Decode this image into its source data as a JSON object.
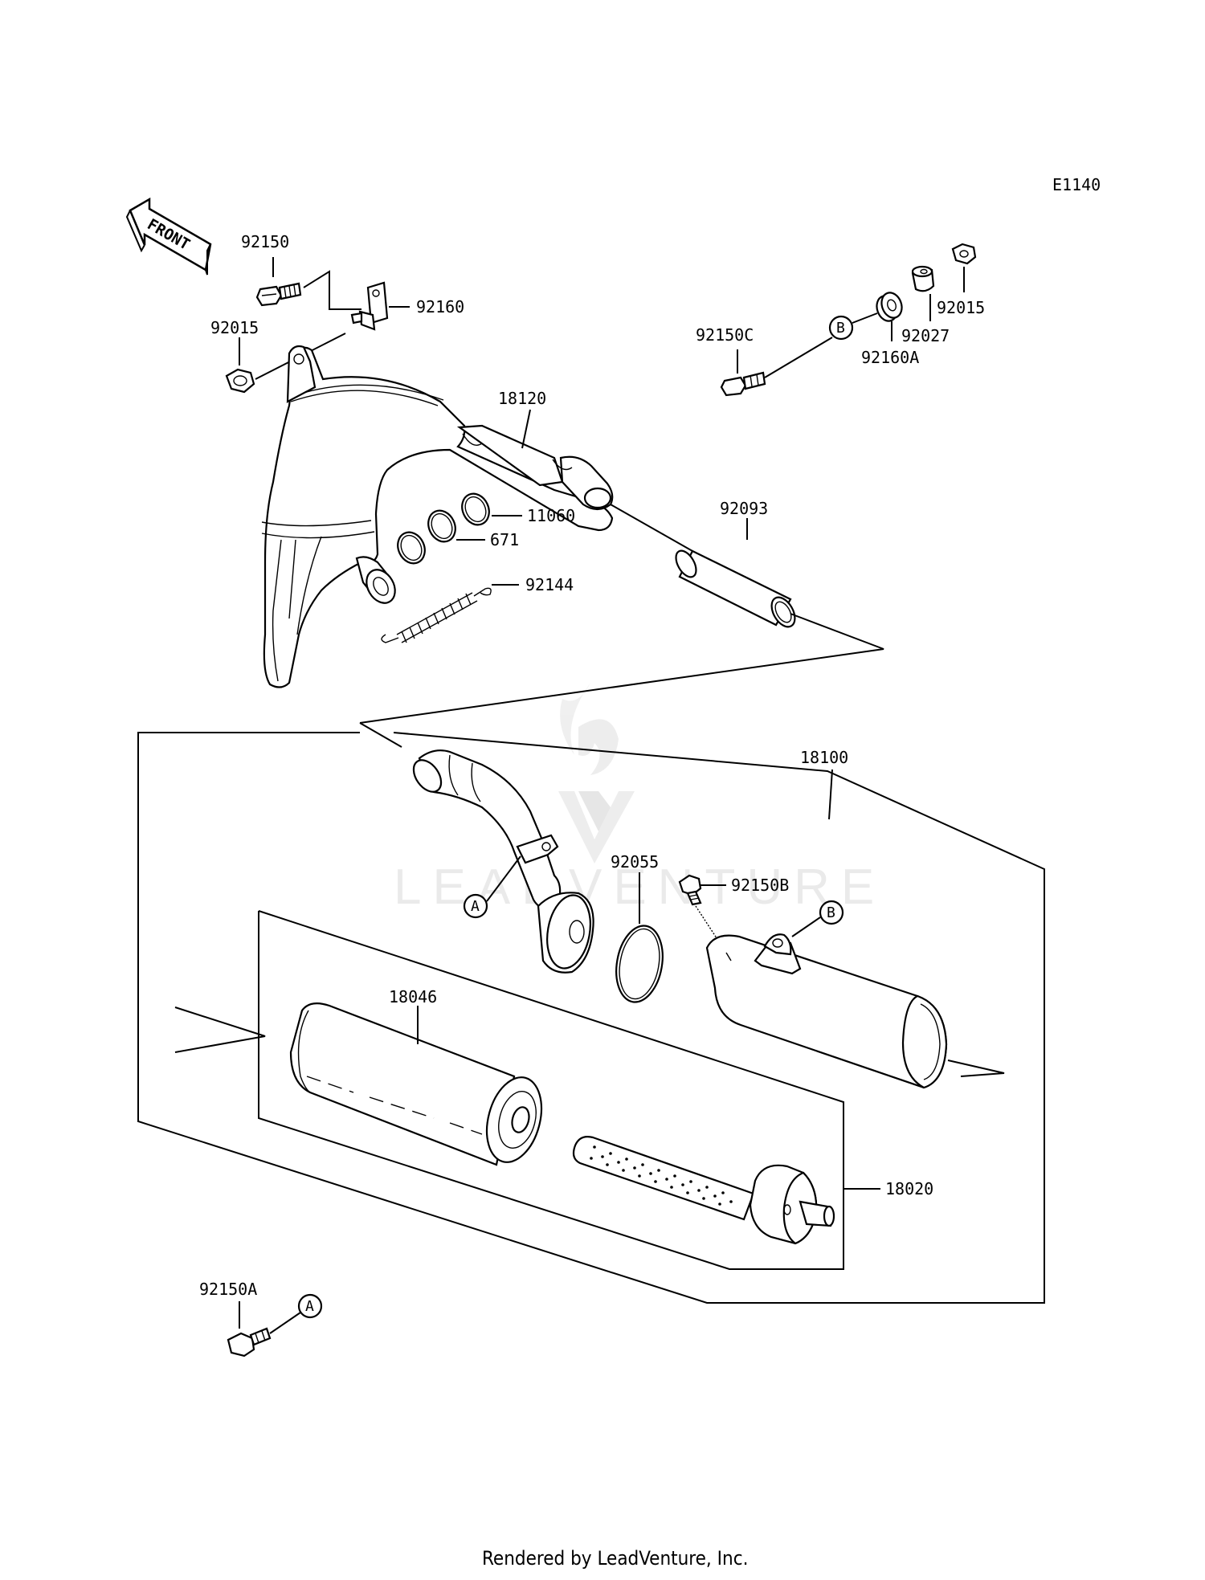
{
  "diagram_code": "E1140",
  "front_label": "FRONT",
  "watermark": "LEADVENTURE",
  "footer": "Rendered by LeadVenture, Inc.",
  "callouts": {
    "A": "A",
    "B": "B"
  },
  "parts": [
    {
      "id": "p92150",
      "number": "92150"
    },
    {
      "id": "p92160",
      "number": "92160"
    },
    {
      "id": "p92015_left",
      "number": "92015"
    },
    {
      "id": "p18120",
      "number": "18120"
    },
    {
      "id": "p11060",
      "number": "11060"
    },
    {
      "id": "p671",
      "number": "671"
    },
    {
      "id": "p92144",
      "number": "92144"
    },
    {
      "id": "p92093",
      "number": "92093"
    },
    {
      "id": "p92150C",
      "number": "92150C"
    },
    {
      "id": "p92160A",
      "number": "92160A"
    },
    {
      "id": "p92027",
      "number": "92027"
    },
    {
      "id": "p92015_right",
      "number": "92015"
    },
    {
      "id": "p18100",
      "number": "18100"
    },
    {
      "id": "p92055",
      "number": "92055"
    },
    {
      "id": "p92150B",
      "number": "92150B"
    },
    {
      "id": "p18046",
      "number": "18046"
    },
    {
      "id": "p18020",
      "number": "18020"
    },
    {
      "id": "p92150A",
      "number": "92150A"
    }
  ]
}
